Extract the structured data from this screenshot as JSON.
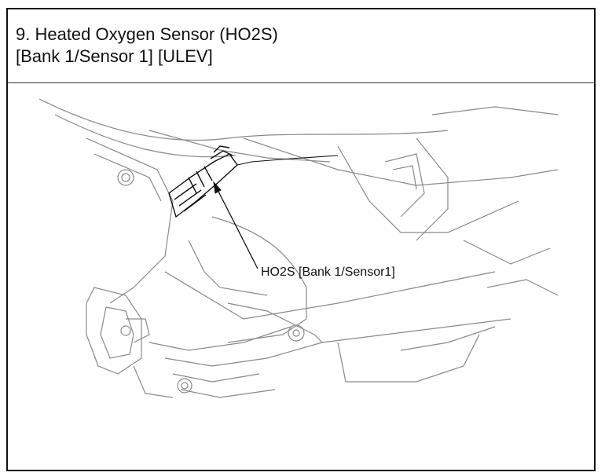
{
  "header": {
    "line1": "9. Heated Oxygen Sensor (HO2S)",
    "line2": "[Bank 1/Sensor 1] [ULEV]"
  },
  "figure": {
    "callout_label": "HO2S [Bank 1/Sensor1]",
    "line_color": "#777777",
    "accent_color": "#111111"
  }
}
